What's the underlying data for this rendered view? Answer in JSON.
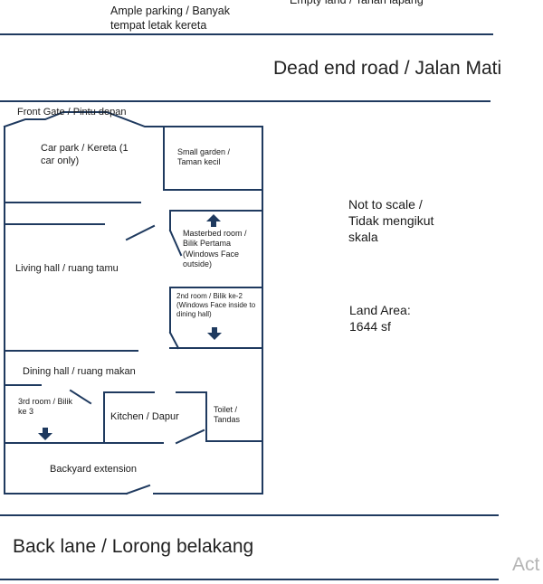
{
  "top": {
    "parking": "Ample parking / Banyak tempat letak kereta",
    "empty_land": "Empty land / Tanah lapang"
  },
  "roads": {
    "dead_end": "Dead end road / Jalan Mati",
    "back_lane": "Back lane / Lorong belakang"
  },
  "plan": {
    "front_gate": "Front Gate / Pintu depan",
    "car_park": "Car park / Kereta (1 car only)",
    "small_garden": "Small garden / Taman kecil",
    "masterbed": "Masterbed room / Bilik Pertama (Windows Face outside)",
    "living_hall": "Living hall / ruang tamu",
    "second_room": "2nd room / Bilik ke-2 (Windows Face inside to dining hall)",
    "dining_hall": "Dining hall / ruang makan",
    "third_room": "3rd room / Bilik ke 3",
    "kitchen": "Kitchen / Dapur",
    "toilet": "Toilet / Tandas",
    "backyard": "Backyard extension"
  },
  "notes": {
    "scale": "Not to scale / Tidak mengikut skala",
    "land_area": "Land Area: 1644 sf"
  },
  "watermark": "Act",
  "colors": {
    "wall": "#1f3a5f",
    "arrow": "#1f3a5f"
  },
  "icons": {
    "up_arrow": "arrow-up-icon",
    "down_arrow": "arrow-down-icon"
  }
}
